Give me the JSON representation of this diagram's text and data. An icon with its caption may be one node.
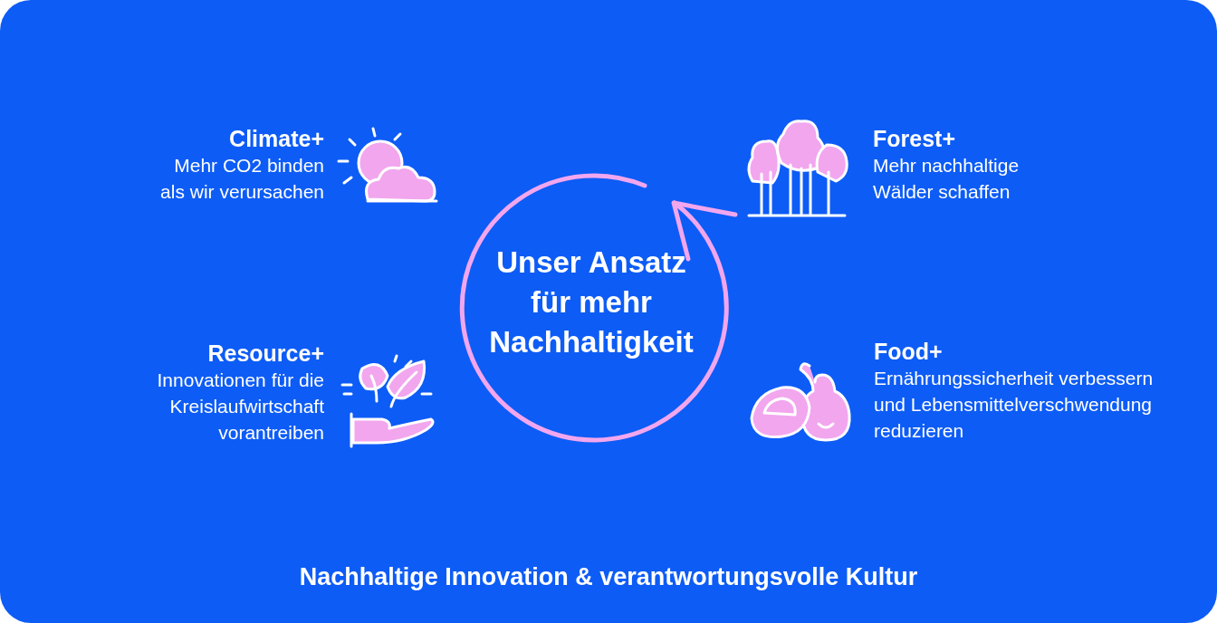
{
  "diagram": {
    "nodes": [
      {
        "text": [
          "Climate+",
          "Mehr CO2 binden als wir verursachen"
        ]
      },
      {
        "text": [
          "Forest+",
          "Mehr nachhaltige Wälder schaffen"
        ]
      },
      {
        "text": [
          "Unser Ansatz für mehr Nachhaltigkeit"
        ]
      },
      {
        "text": [
          "Resource+",
          "Innovationen für die Kreislaufwirtschaft vorantreiben"
        ]
      },
      {
        "text": [
          "Food+",
          "Ernährungssicherheit verbessern und Lebensmittelverschwendung reduzieren"
        ]
      }
    ],
    "labels": [
      "Nachhaltige Innovation & verantwortungsvolle Kultur"
    ]
  }
}
